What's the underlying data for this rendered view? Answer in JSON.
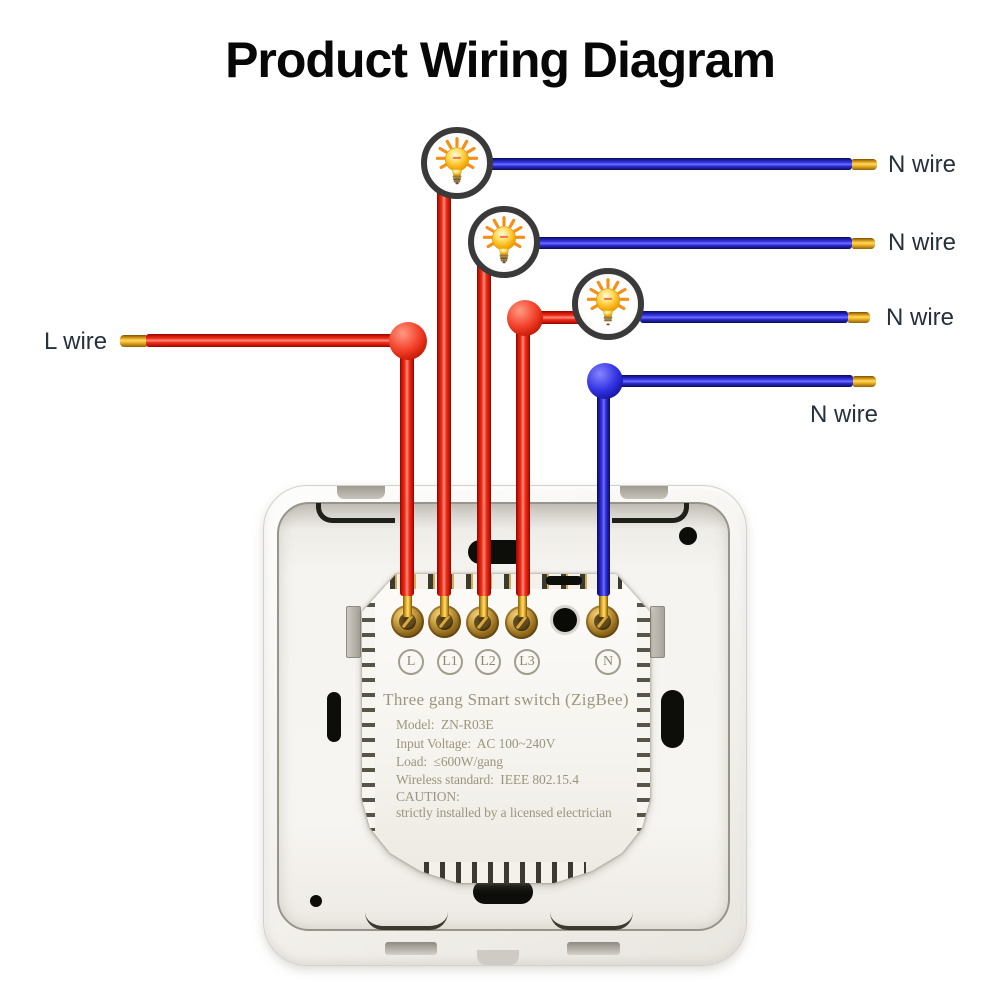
{
  "title": "Product Wiring Diagram",
  "wire_labels": {
    "live": "L wire",
    "neutral": [
      "N wire",
      "N wire",
      "N wire",
      "N wire"
    ]
  },
  "device": {
    "terminals": [
      "L",
      "L1",
      "L2",
      "L3",
      "N"
    ],
    "product_name": "Three gang Smart switch (ZigBee)",
    "specs": [
      "Model:  ZN-R03E",
      "Input Voltage:  AC 100~240V",
      "Load:  ≤600W/gang",
      "Wireless standard:  IEEE 802.15.4",
      "CAUTION:",
      "strictly installed by a licensed electrician"
    ]
  },
  "colors": {
    "live_wire": "#e3180b",
    "neutral_wire": "#2323c8",
    "copper": "#f0b63a",
    "bulb_ring": "#3a3a3a",
    "label_text": "#27303d",
    "engraved_text": "#9c957e"
  }
}
